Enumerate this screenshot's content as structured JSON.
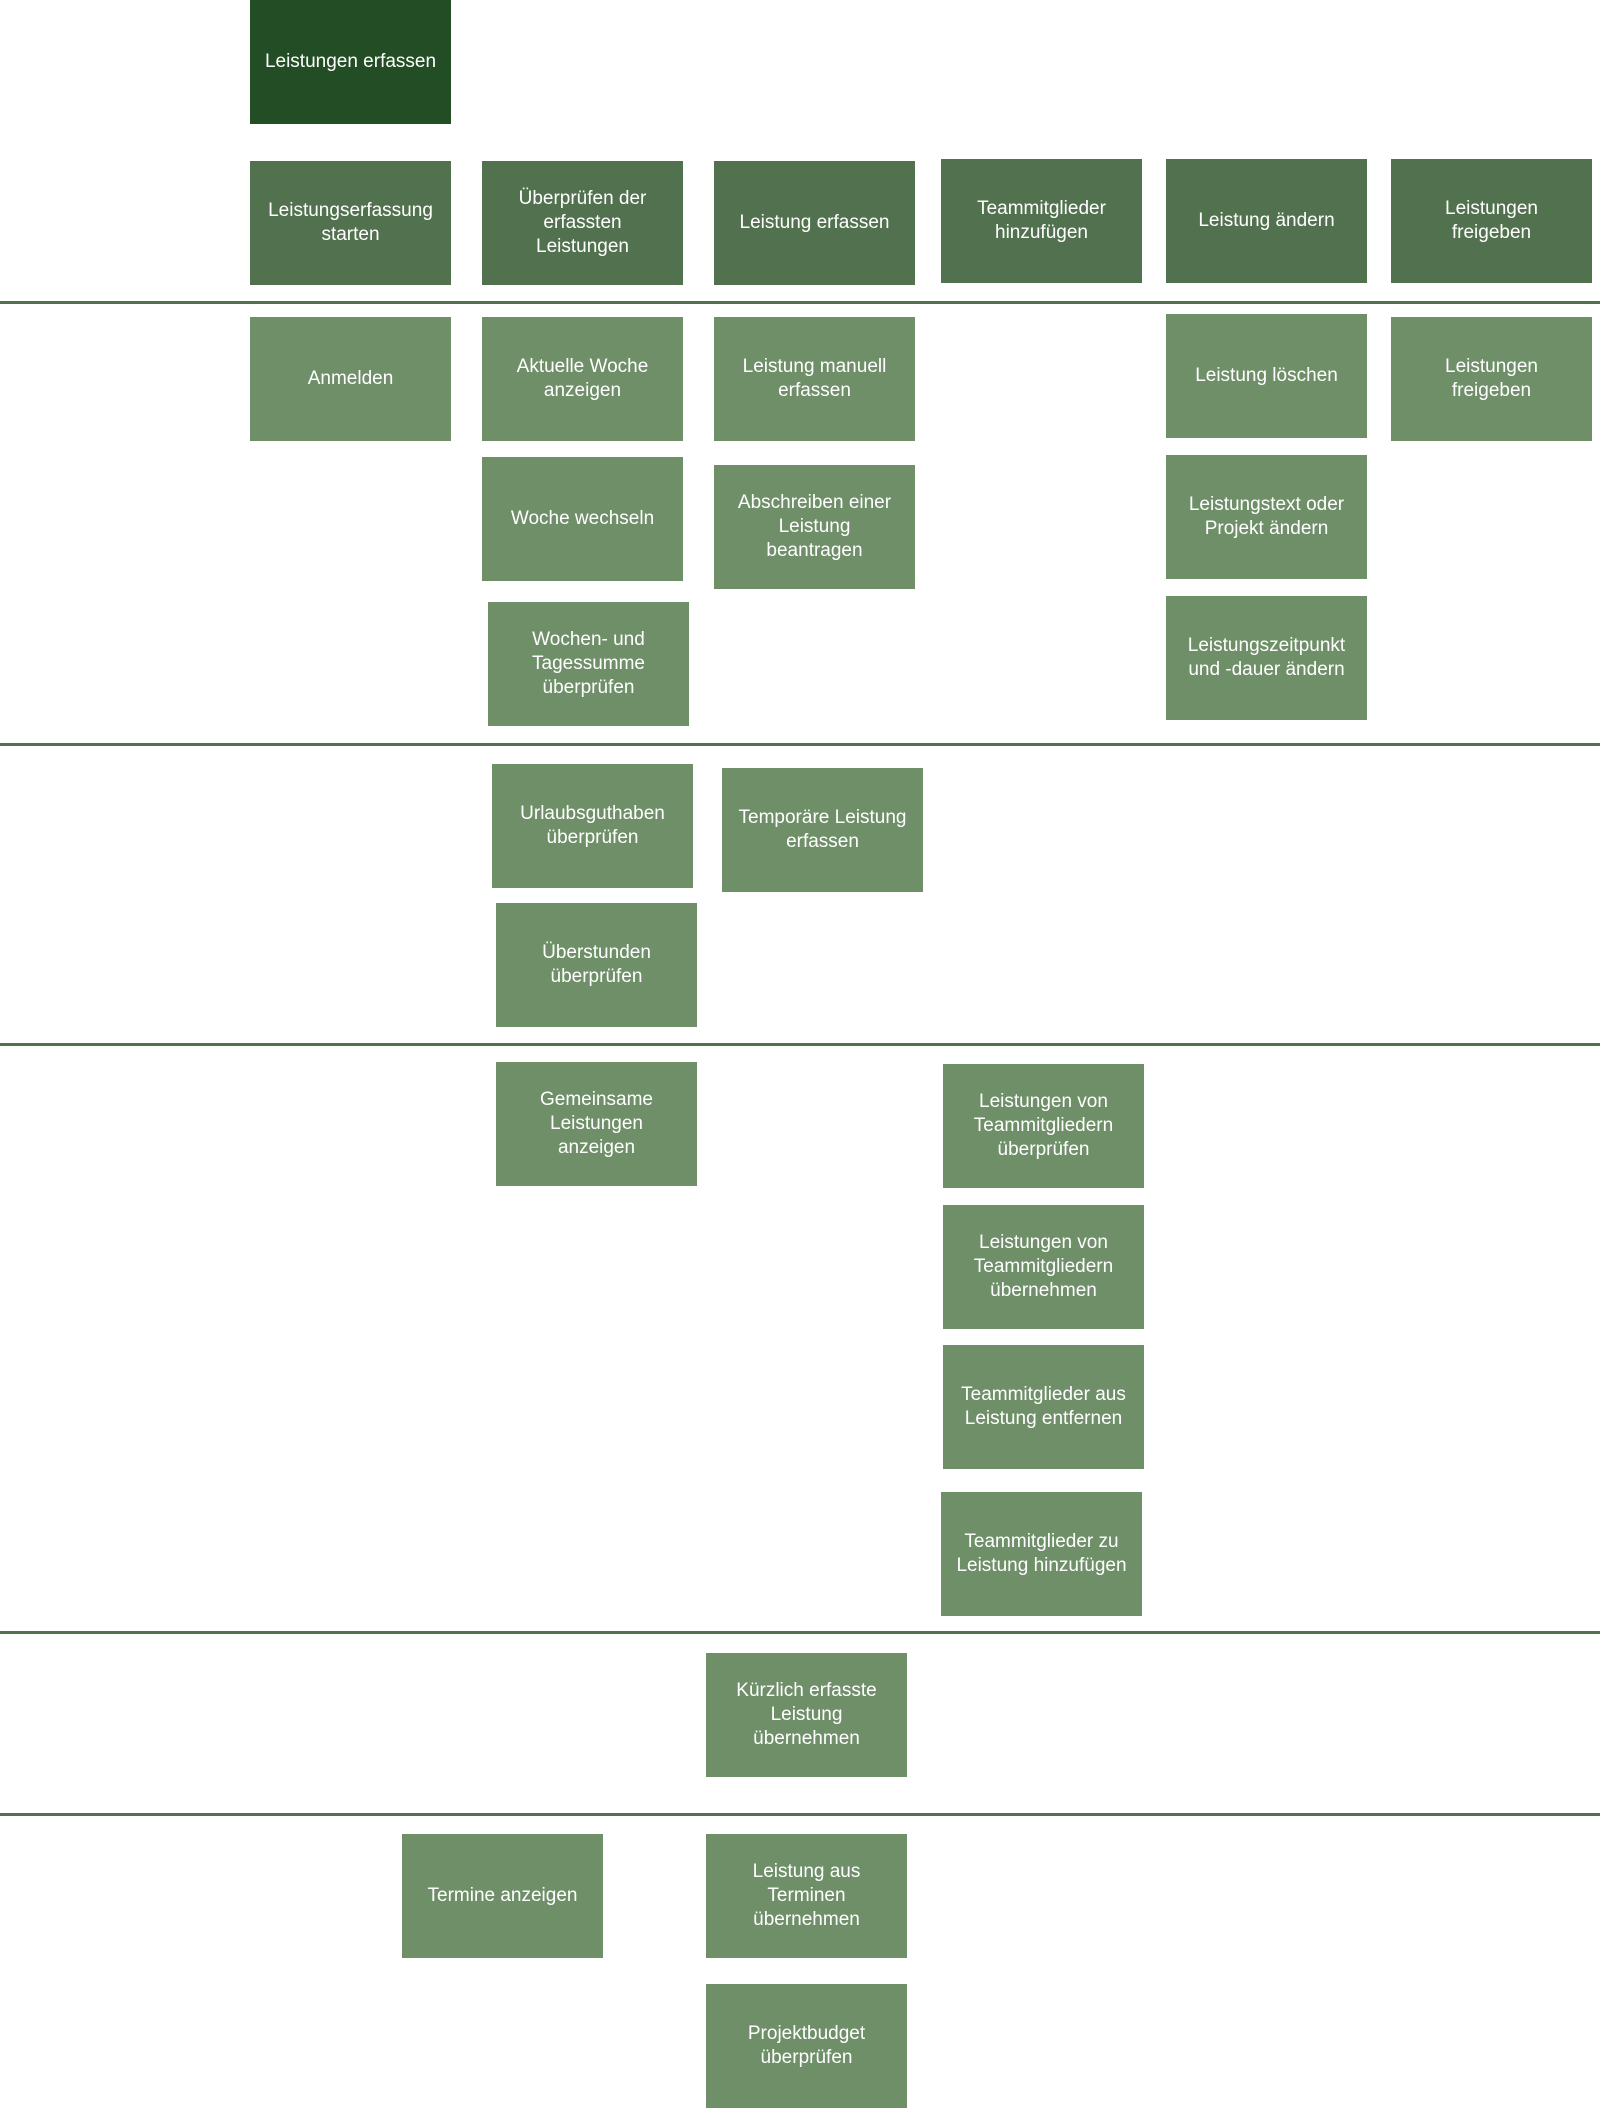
{
  "colors": {
    "epic": "#234d24",
    "activity": "#52724f",
    "story": "#6f8f69",
    "divider": "#52724f",
    "text": "#ffffff"
  },
  "epic": {
    "label": "Leistungen erfassen"
  },
  "activities": [
    {
      "label": "Leistungserfassung\nstarten"
    },
    {
      "label": "Überprüfen der\nerfassten Leistungen"
    },
    {
      "label": "Leistung erfassen"
    },
    {
      "label": "Teammitglieder\nhinzufügen"
    },
    {
      "label": "Leistung ändern"
    },
    {
      "label": "Leistungen freigeben"
    }
  ],
  "releases": [
    {
      "stories": [
        {
          "label": "Anmelden"
        },
        {
          "label": "Aktuelle Woche\nanzeigen"
        },
        {
          "label": "Woche wechseln"
        },
        {
          "label": "Wochen- und\nTagessumme\nüberprüfen"
        },
        {
          "label": "Leistung manuell\nerfassen"
        },
        {
          "label": "Abschreiben einer\nLeistung beantragen"
        },
        {
          "label": "Leistung löschen"
        },
        {
          "label": "Leistungstext oder\nProjekt ändern"
        },
        {
          "label": "Leistungszeitpunkt\nund -dauer ändern"
        },
        {
          "label": "Leistungen freigeben"
        }
      ]
    },
    {
      "stories": [
        {
          "label": "Urlaubsguthaben\nüberprüfen"
        },
        {
          "label": "Überstunden\nüberprüfen"
        },
        {
          "label": "Temporäre Leistung\nerfassen"
        }
      ]
    },
    {
      "stories": [
        {
          "label": "Gemeinsame\nLeistungen anzeigen"
        },
        {
          "label": "Leistungen von\nTeammitgliedern\nüberprüfen"
        },
        {
          "label": "Leistungen von\nTeammitgliedern\nübernehmen"
        },
        {
          "label": "Teammitglieder aus\nLeistung entfernen"
        },
        {
          "label": "Teammitglieder zu\nLeistung hinzufügen"
        }
      ]
    },
    {
      "stories": [
        {
          "label": "Kürzlich erfasste\nLeistung übernehmen"
        }
      ]
    },
    {
      "stories": [
        {
          "label": "Termine anzeigen"
        },
        {
          "label": "Leistung aus\nTerminen übernehmen"
        },
        {
          "label": "Projektbudget\nüberprüfen"
        }
      ]
    }
  ]
}
